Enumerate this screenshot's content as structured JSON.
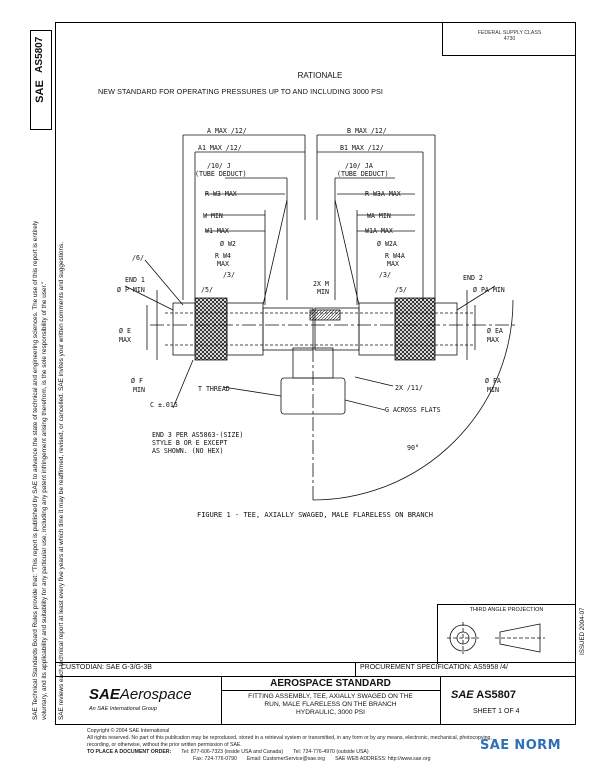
{
  "sidebar": {
    "logo": "SAE",
    "doc_number": "AS5807",
    "notice_1": "SAE Technical Standards Board Rules provide that: \"This report is published by SAE to advance the state of technical and engineering sciences. The use of this report is entirely",
    "notice_2": "voluntary, and its applicability and suitability for any particular use, including any patent infringement arising therefrom, is the sole responsibility of the user.\"",
    "notice_3": "SAE reviews each technical report at least every five years at which time it may be reaffirmed, revised, or cancelled. SAE invites your written comments and suggestions."
  },
  "header": {
    "box_line1": "FEDERAL SUPPLY CLASS",
    "box_line2": "4730"
  },
  "rationale": {
    "title": "RATIONALE",
    "text": "NEW STANDARD FOR OPERATING PRESSURES UP TO AND INCLUDING 3000 PSI"
  },
  "drawing": {
    "labels": {
      "a_max": "A MAX /12/",
      "a1_max": "A1 MAX /12/",
      "b_max": "B MAX /12/",
      "b1_max": "B1 MAX /12/",
      "ref10_left": "/10/ J",
      "tube_deduct_left": "(TUBE DEDUCT)",
      "ref10_right": "/10/ JA",
      "tube_deduct_right": "(TUBE DEDUCT)",
      "r_w3_max": "R W3 MAX",
      "r_w3a_max": "R W3A MAX",
      "w_min": "W MIN",
      "wa_min": "WA MIN",
      "w1_max": "W1 MAX",
      "w1a_max": "W1A MAX",
      "dia_w2": "Ø W2",
      "dia_w2a": "Ø W2A",
      "r_w4": "R W4",
      "r_w4a": "R W4A",
      "max_l": "MAX",
      "max_r": "MAX",
      "ref6": "/6/",
      "ref3_l": "/3/",
      "ref3_r": "/3/",
      "end1": "END 1",
      "dia_p_min": "Ø P MIN",
      "ref5_l": "/5/",
      "ref5_r": "/5/",
      "two_x_m_min": "2X M",
      "min_center": "MIN",
      "end2": "END 2",
      "dia_pa_min": "Ø PA MIN",
      "dia_e_max": "Ø E",
      "e_max": "MAX",
      "dia_ea_max": "Ø EA",
      "ea_max": "MAX",
      "dia_f_min": "Ø F",
      "f_min": "MIN",
      "dia_fa_min": "Ø FA",
      "fa_min": "MIN",
      "t_thread": "T THREAD",
      "c_015": "C ±.015",
      "two_x_11": "2X /11/",
      "g_flats": "G ACROSS FLATS",
      "end3_1": "END 3 PER AS5863-(SIZE)",
      "end3_2": "STYLE B OR E EXCEPT",
      "end3_3": "AS SHOWN. (NO HEX)",
      "deg90": "90°"
    },
    "caption": "FIGURE 1 - TEE, AXIALLY SWAGED, MALE FLARELESS ON BRANCH"
  },
  "third_angle": "THIRD ANGLE PROJECTION",
  "revised": "ISSUED 2004-07",
  "titleblock": {
    "custodian": "CUSTODIAN: SAE G-3/G-3B",
    "procurement": "PROCUREMENT SPECIFICATION: AS5958 /4/",
    "brand_sae": "SAE",
    "brand_aero": "Aerospace",
    "brand_sub": "An SAE International Group",
    "std_title": "AEROSPACE STANDARD",
    "desc1": "FITTING ASSEMBLY, TEE, AXIALLY SWAGED ON THE",
    "desc2": "RUN, MALE FLARELESS ON THE BRANCH",
    "desc3": "HYDRAULIC, 3000 PSI",
    "sae_small": "SAE",
    "doc": "AS5807",
    "sheet": "SHEET 1 OF 4"
  },
  "footer": {
    "line1": "Copyright © 2004 SAE International",
    "line2": "All rights reserved. No part of this publication may be reproduced, stored in a retrieval system or transmitted, in any form or by any means, electronic, mechanical, photocopying,",
    "line3": "recording, or otherwise, without the prior written permission of SAE.",
    "order": "TO PLACE A DOCUMENT ORDER:",
    "tel": "Tel: 877-606-7323 (inside USA and Canada)",
    "tel2": "Tel: 724-776-4970 (outside USA)",
    "fax": "Fax: 724-776-0790",
    "email": "Email: CustomerService@sae.org",
    "web": "SAE WEB ADDRESS: http://www.sae.org"
  },
  "watermark": "SAE NORM"
}
